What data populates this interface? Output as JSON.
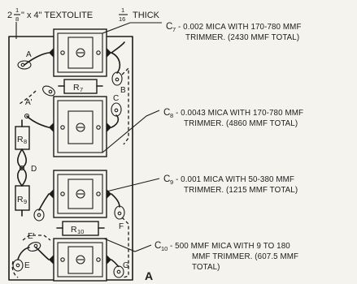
{
  "header": {
    "whole": "2",
    "num": "1",
    "den": "8",
    "mid": "\" x 4\" TEXTOLITE",
    "thick_num": "1",
    "thick_den": "16",
    "thick_word": "THICK"
  },
  "points": {
    "A": "A",
    "A_prime": "A'",
    "B": "B",
    "C": "C",
    "D": "D",
    "E": "E",
    "E_prime": "E'",
    "F": "F",
    "G": "G"
  },
  "resistors": {
    "r7": {
      "main": "R",
      "sub": "7"
    },
    "r8": {
      "main": "R",
      "sub": "8"
    },
    "r9": {
      "main": "R",
      "sub": "9"
    },
    "r10": {
      "main": "R",
      "sub": "10"
    }
  },
  "captions": [
    {
      "sym": "C",
      "sub": "7",
      "lines": [
        "- 0.002 MICA WITH 170-780 MMF",
        "TRIMMER. (2430 MMF TOTAL)"
      ]
    },
    {
      "sym": "C",
      "sub": "8",
      "lines": [
        "- 0.0043 MICA WITH 170-780 MMF",
        "TRIMMER. (4860 MMF TOTAL)"
      ]
    },
    {
      "sym": "C",
      "sub": "9",
      "lines": [
        "- 0.001 MICA WITH 50-380 MMF",
        "TRIMMER. (1215 MMF TOTAL)"
      ]
    },
    {
      "sym": "C",
      "sub": "10",
      "lines": [
        "- 500 MMF MICA WITH 9 TO 180",
        "MMF TRIMMER. (607.5 MMF",
        "TOTAL)"
      ]
    }
  ],
  "figure_letter": "A"
}
